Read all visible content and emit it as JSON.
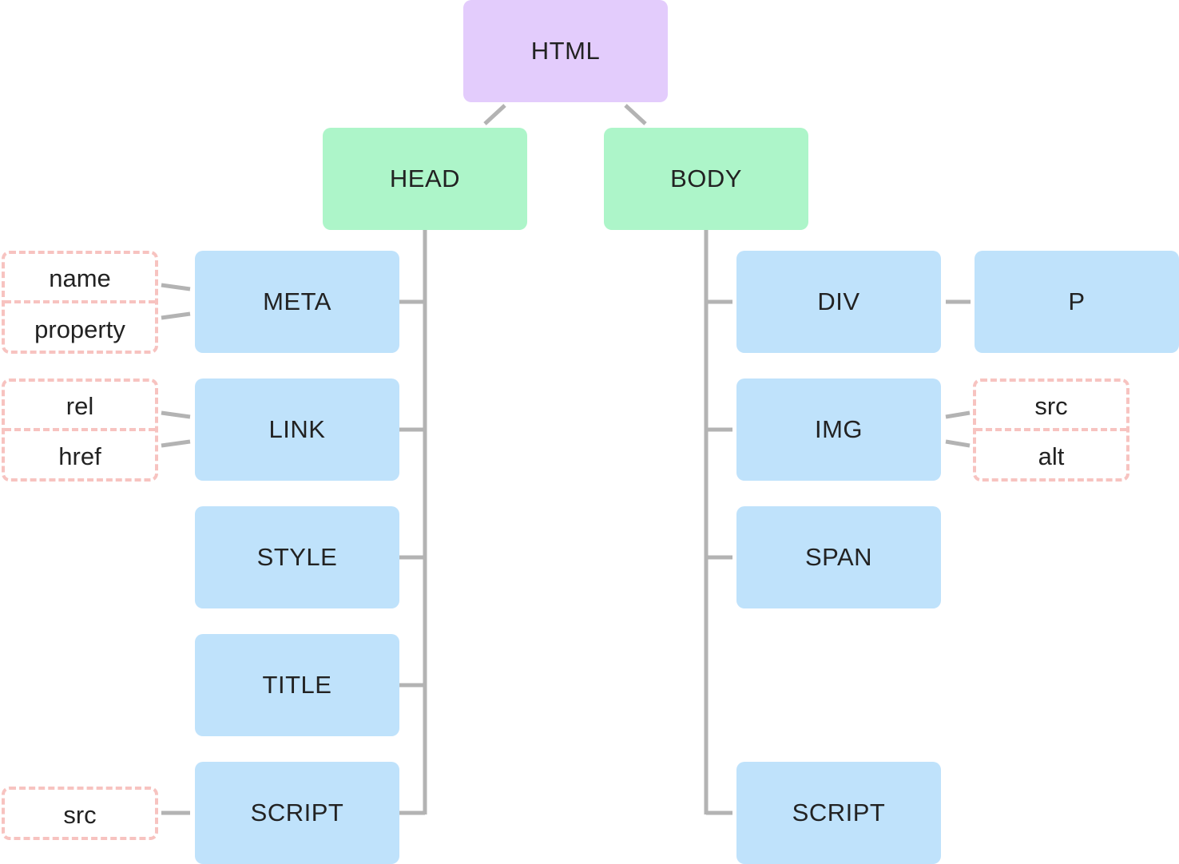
{
  "colors": {
    "root": "#e3ccfc",
    "section": "#adf5c9",
    "element": "#bfe2fb",
    "attribute_border": "#f7c3c0",
    "connector": "#b3b3b3"
  },
  "root": {
    "label": "HTML"
  },
  "head": {
    "label": "HEAD",
    "children": [
      {
        "label": "META",
        "attributes": [
          "name",
          "property"
        ]
      },
      {
        "label": "LINK",
        "attributes": [
          "rel",
          "href"
        ]
      },
      {
        "label": "STYLE"
      },
      {
        "label": "TITLE"
      },
      {
        "label": "SCRIPT",
        "attributes": [
          "src"
        ]
      }
    ]
  },
  "body": {
    "label": "BODY",
    "children": [
      {
        "label": "DIV",
        "child": "P"
      },
      {
        "label": "IMG",
        "attributes": [
          "src",
          "alt"
        ]
      },
      {
        "label": "SPAN"
      },
      {
        "label": "SCRIPT"
      }
    ]
  }
}
